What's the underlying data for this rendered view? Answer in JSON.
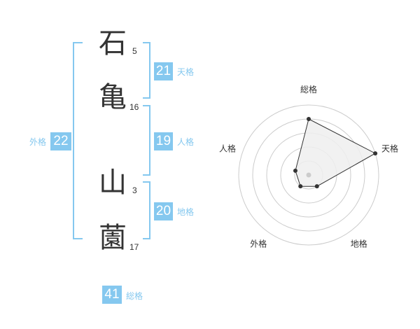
{
  "name_chars": [
    {
      "char": "石",
      "strokes": "5"
    },
    {
      "char": "亀",
      "strokes": "16"
    },
    {
      "char": "山",
      "strokes": "3"
    },
    {
      "char": "薗",
      "strokes": "17"
    }
  ],
  "kakusu": {
    "tenkaku": {
      "value": "21",
      "label": "天格"
    },
    "jinkaku": {
      "value": "19",
      "label": "人格"
    },
    "chikaku": {
      "value": "20",
      "label": "地格"
    },
    "gaikaku": {
      "value": "22",
      "label": "外格"
    },
    "soukaku": {
      "value": "41",
      "label": "総格"
    }
  },
  "colors": {
    "accent": "#85c8ef",
    "text": "#333333",
    "grid": "#cccccc",
    "fill": "#eeeeee"
  },
  "chart_data": {
    "type": "radar",
    "axes": [
      "総格",
      "天格",
      "地格",
      "外格",
      "人格"
    ],
    "values": [
      4,
      5,
      1,
      1,
      1
    ],
    "max": 5,
    "rings": 5,
    "grid": true
  }
}
